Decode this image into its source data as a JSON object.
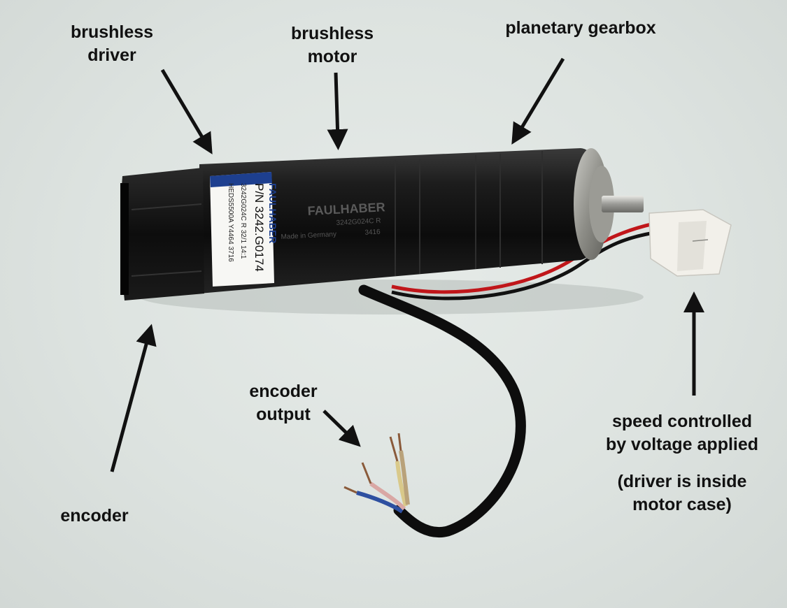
{
  "labels": {
    "brushless_driver": "brushless\ndriver",
    "brushless_motor": "brushless\nmotor",
    "planetary_gearbox": "planetary gearbox",
    "encoder_output": "encoder\noutput",
    "encoder": "encoder",
    "speed_controlled": "speed controlled\nby voltage applied",
    "driver_inside": "(driver is inside\nmotor case)"
  },
  "product_label": {
    "brand": "FAULHABER",
    "part_number": "P/N 3242.G0174",
    "line1": "3242G024C R 32/1 14:1",
    "line2": "HEDS5500A  Y4464   3716"
  },
  "motor_body": {
    "brand": "FAULHABER",
    "model": "3242G024C R",
    "origin": "Made in Germany",
    "code": "3416"
  },
  "colors": {
    "background": "#dfe5e2",
    "motor_body": "#141414",
    "connector": "#f2f0ea",
    "wire_red": "#c0161a",
    "wire_black": "#111111",
    "wire_blue": "#2d4fa0",
    "wire_pink": "#d9a7a4",
    "wire_yellow": "#d9c98a",
    "wire_brown": "#8a5a3a",
    "label_blue": "#1d3f8f"
  }
}
